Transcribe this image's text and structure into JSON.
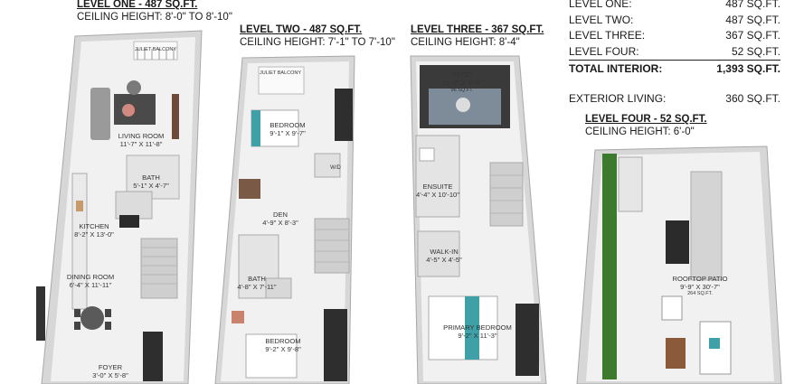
{
  "levels": [
    {
      "title": "LEVEL ONE - 487 SQ.FT.",
      "ceiling": "CEILING HEIGHT: 8'-0\" TO 8'-10\""
    },
    {
      "title": "LEVEL TWO - 487 SQ.FT.",
      "ceiling": "CEILING HEIGHT: 7'-1\" TO 7'-10\""
    },
    {
      "title": "LEVEL THREE - 367 SQ.FT.",
      "ceiling": "CEILING HEIGHT: 8'-4\""
    },
    {
      "title": "LEVEL FOUR - 52 SQ.FT.",
      "ceiling": "CEILING HEIGHT: 6'-0\""
    }
  ],
  "summary": {
    "rows": [
      {
        "label": "LEVEL ONE:",
        "value": "487 SQ.FT."
      },
      {
        "label": "LEVEL TWO:",
        "value": "487 SQ.FT."
      },
      {
        "label": "LEVEL THREE:",
        "value": "367 SQ.FT."
      },
      {
        "label": "LEVEL FOUR:",
        "value": "52 SQ.FT."
      }
    ],
    "total": {
      "label": "TOTAL INTERIOR:",
      "value": "1,393 SQ.FT."
    },
    "exterior": {
      "label": "EXTERIOR LIVING:",
      "value": "360 SQ.FT."
    }
  },
  "rooms": {
    "l1_balcony": "JULIET BALCONY",
    "l1_living": "LIVING ROOM\n11'-7\" X 11'-8\"",
    "l1_bath": "BATH\n5'-1\" X 4'-7\"",
    "l1_kitchen": "KITCHEN\n8'-2\" X 13'-0\"",
    "l1_dining": "DINING ROOM\n6'-4\" X 11'-11\"",
    "l1_foyer": "FOYER\n3'-0\" X 5'-8\"",
    "l2_balcony": "JULIET BALCONY",
    "l2_bedroom1": "BEDROOM\n9'-1\" X 9'-7\"",
    "l2_wd": "W/D",
    "l2_den": "DEN\n4'-9\" X 8'-3\"",
    "l2_bath": "BATH\n4'-8\" X 7'-11\"",
    "l2_bedroom2": "BEDROOM\n9'-2\" X 9'-8\"",
    "l3_patio": "PATIO\n11'-7\" X 8'-8\"",
    "l3_patio_area": "96 SQ.FT.",
    "l3_ensuite": "ENSUITE\n4'-4\" X 10'-10\"",
    "l3_walkin": "WALK-IN\n4'-5\" X 4'-5\"",
    "l3_primary": "PRIMARY BEDROOM\n9'-2\" X 11'-3\"",
    "l4_rooftop": "ROOFTOP PATIO\n9'-9\" X 30'-7\"",
    "l4_rooftop_area": "264 SQ.FT."
  },
  "colors": {
    "wall": "#d7d7d7",
    "floor": "#f1f1f1",
    "accent_teal": "#3fa0a8",
    "dark": "#2b2b2b",
    "greenery": "#3d7a2e"
  }
}
